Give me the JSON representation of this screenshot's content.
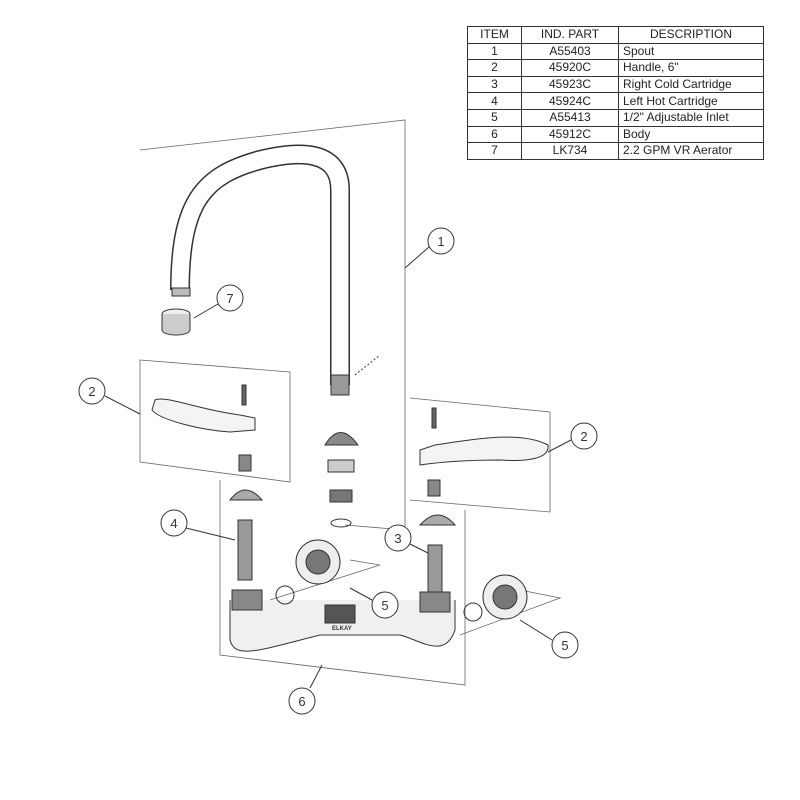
{
  "parts_table": {
    "headers": [
      "ITEM",
      "IND. PART",
      "DESCRIPTION"
    ],
    "rows": [
      [
        "1",
        "A55403",
        "Spout"
      ],
      [
        "2",
        "45920C",
        "Handle, 6\""
      ],
      [
        "3",
        "45923C",
        "Right Cold Cartridge"
      ],
      [
        "4",
        "45924C",
        "Left Hot Cartridge"
      ],
      [
        "5",
        "A55413",
        "1/2\" Adjustable Inlet"
      ],
      [
        "6",
        "45912C",
        "Body"
      ],
      [
        "7",
        "LK734",
        "2.2 GPM VR Aerator"
      ]
    ]
  },
  "callouts": [
    "1",
    "7",
    "2",
    "2",
    "4",
    "3",
    "5",
    "5",
    "6"
  ],
  "body_logo": "ELKAY"
}
